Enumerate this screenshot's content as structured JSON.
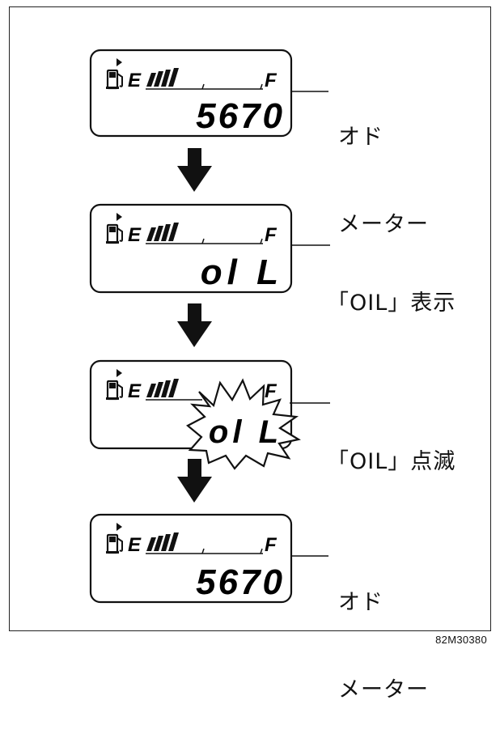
{
  "steps": [
    {
      "reading": "5670",
      "label_line1": "オド",
      "label_line2": "メーター"
    },
    {
      "reading": "ol L",
      "label_line1": "「OIL」表示"
    },
    {
      "reading": "ol L",
      "label_line1": "「OIL」点滅"
    },
    {
      "reading": "5670",
      "label_line1": "オド",
      "label_line2": "メーター"
    }
  ],
  "gauge": {
    "empty_letter": "E",
    "full_letter": "F"
  },
  "figure_code": "82M30380"
}
